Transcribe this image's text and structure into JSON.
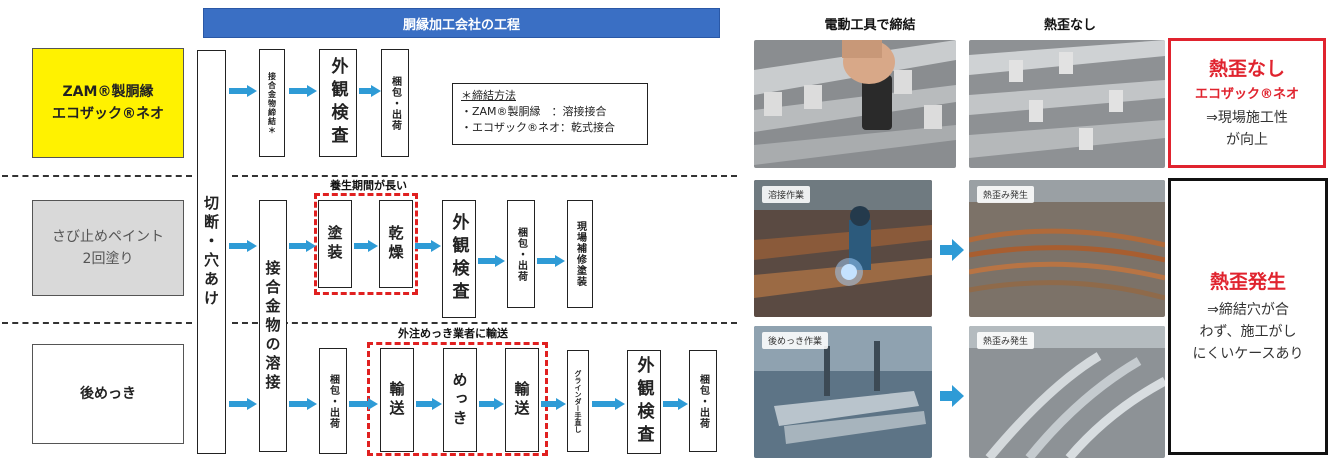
{
  "header": {
    "title": "胴縁加工会社の工程"
  },
  "photo_captions": {
    "left": "電動工具で締結",
    "right": "熱歪なし"
  },
  "rows": {
    "zam": {
      "line1": "ZAM®製胴縁",
      "line2": "エコザック®ネオ"
    },
    "paint": {
      "line1": "さび止めペイント",
      "line2": "2回塗り"
    },
    "plating": {
      "label": "後めっき"
    }
  },
  "process": {
    "cut": "切断・穴あけ",
    "fitting_fasten": "接合金物締結＊",
    "fitting_weld": "接合金物の溶接",
    "visual_inspection": "外観検査",
    "packing": "梱包・出荷",
    "coating": "塗装",
    "drying": "乾燥",
    "onsite_touchup": "現場補修塗装",
    "transport": "輸送",
    "plating": "めっき",
    "grinder": "グラインダー手直し"
  },
  "annotations": {
    "curing": "養生期間が長い",
    "outsourced": "外注めっき業者に輸送"
  },
  "method_note": {
    "title": "＊締結方法",
    "line1": "・ZAM®製胴縁　：溶接接合",
    "line2": "・エコザック®ネオ：乾式接合"
  },
  "photo_tags": {
    "welding": "溶接作業",
    "distortion1": "熱歪み発生",
    "post_plating": "後めっき作業",
    "distortion2": "熱歪み発生"
  },
  "results": {
    "good": {
      "title": "熱歪なし",
      "product": "エコザック®ネオ",
      "note1": "⇒現場施工性",
      "note2": "が向上"
    },
    "bad": {
      "title": "熱歪発生",
      "note1": "⇒締結穴が合",
      "note2": "わず、施工がし",
      "note3": "にくいケースあり"
    }
  },
  "colors": {
    "header_blue": "#3a6fc4",
    "arrow_blue": "#2e9bd6",
    "highlight_yellow": "#fff200",
    "alert_red": "#e0232e"
  }
}
